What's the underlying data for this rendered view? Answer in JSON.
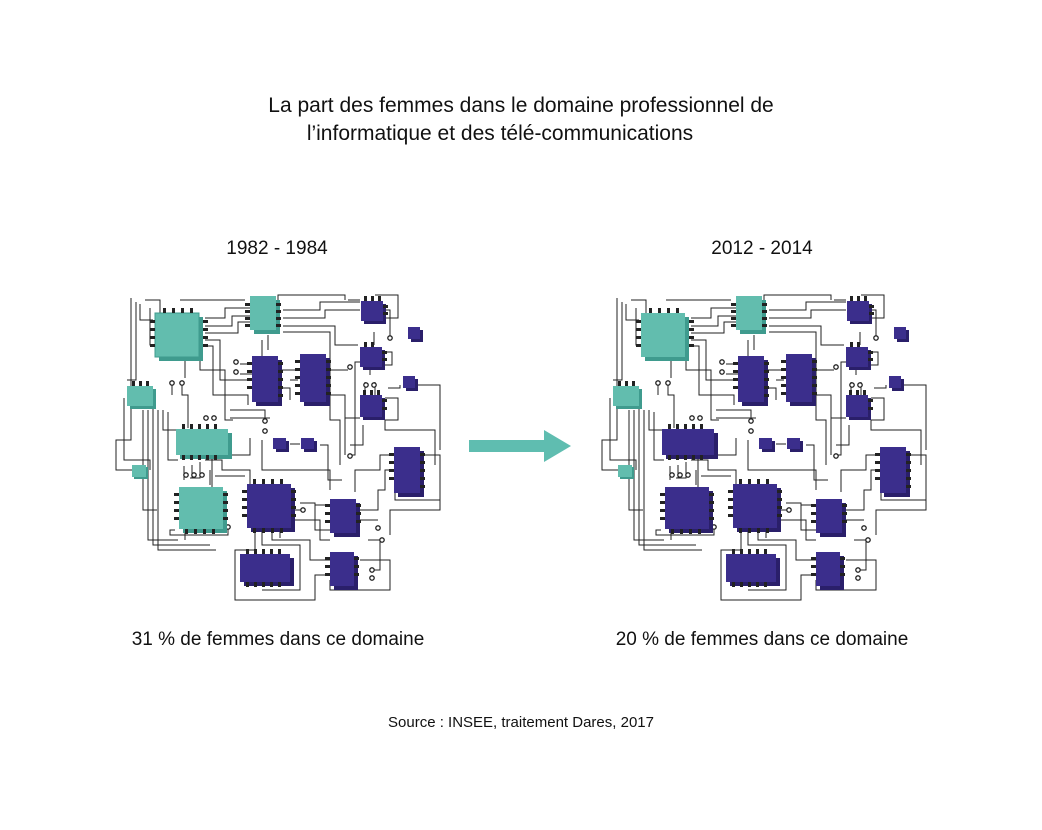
{
  "title": {
    "line1": "La part des femmes dans le domaine professionnel de",
    "line2": "l’informatique et des télé-communications"
  },
  "panels": [
    {
      "period": "1982 - 1984",
      "caption": "31 % de femmes dans ce domaine",
      "share_women_percent": 31
    },
    {
      "period": "2012 - 2014",
      "caption": "20 % de femmes dans ce domaine",
      "share_women_percent": 20
    }
  ],
  "source": "Source : INSEE, traitement Dares, 2017",
  "colors": {
    "women": "#62bdae",
    "men": "#3b2e8c",
    "arrow": "#5fbdb0",
    "wire": "#222222"
  },
  "icons": [
    "circuit-board-icon",
    "arrow-right-icon"
  ]
}
